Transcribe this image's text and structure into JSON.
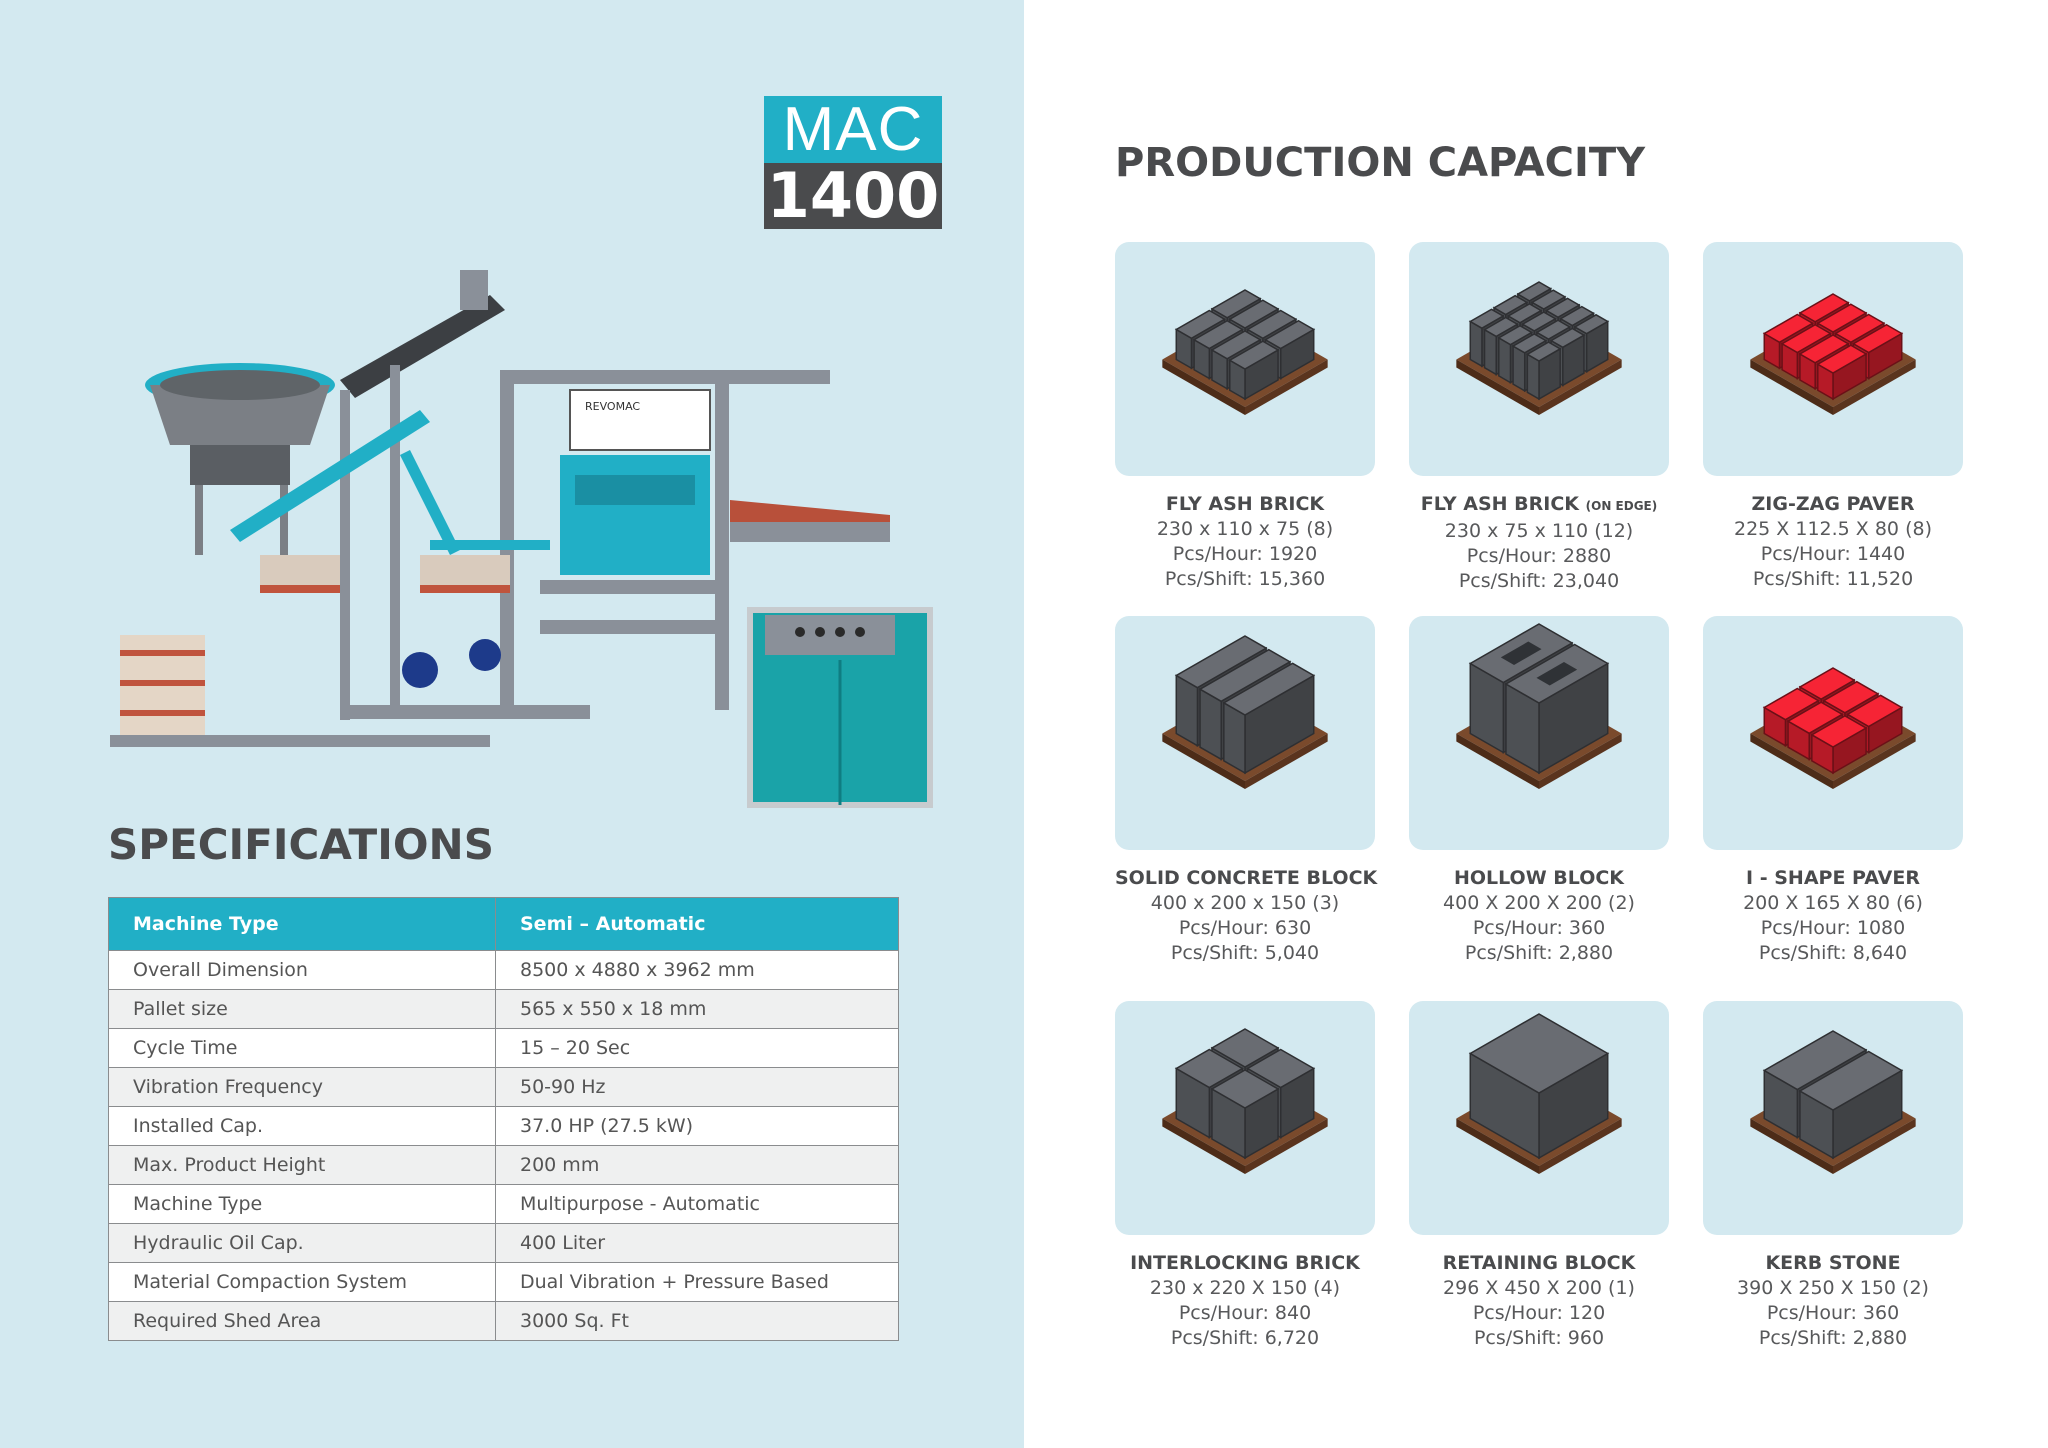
{
  "logo": {
    "line1": "MAC",
    "line2": "1400"
  },
  "specifications": {
    "title": "SPECIFICATIONS",
    "header": [
      "Machine Type",
      "Semi – Automatic"
    ],
    "rows": [
      [
        "Overall Dimension",
        "8500 x 4880 x 3962 mm"
      ],
      [
        "Pallet size",
        "565 x 550 x 18 mm"
      ],
      [
        "Cycle Time",
        "15 – 20 Sec"
      ],
      [
        "Vibration Frequency",
        "50-90 Hz"
      ],
      [
        "Installed Cap.",
        "37.0 HP (27.5 kW)"
      ],
      [
        "Max. Product Height",
        "200 mm"
      ],
      [
        "Machine Type",
        "Multipurpose - Automatic"
      ],
      [
        "Hydraulic Oil Cap.",
        "400 Liter"
      ],
      [
        "Material Compaction System",
        "Dual Vibration + Pressure Based"
      ],
      [
        "Required Shed Area",
        "3000 Sq. Ft"
      ]
    ]
  },
  "machine_labels": {
    "brand": "REVOMAC"
  },
  "production": {
    "title": "PRODUCTION CAPACITY",
    "products": [
      {
        "name": "FLY ASH BRICK",
        "note": "",
        "size": "230 x 110 x 75 (8)",
        "hour": "Pcs/Hour: 1920",
        "shift": "Pcs/Shift: 15,360",
        "color": "#5b5e63",
        "icon": "brick-grid-icon"
      },
      {
        "name": "FLY ASH BRICK",
        "note": "(ON EDGE)",
        "size": "230 x 75 x 110 (12)",
        "hour": "Pcs/Hour: 2880",
        "shift": "Pcs/Shift: 23,040",
        "color": "#5b5e63",
        "icon": "brick-edge-icon"
      },
      {
        "name": "ZIG-ZAG PAVER",
        "note": "",
        "size": "225 X 112.5 X 80 (8)",
        "hour": "Pcs/Hour: 1440",
        "shift": "Pcs/Shift: 11,520",
        "color": "#d61f2e",
        "icon": "zigzag-paver-icon"
      },
      {
        "name": "SOLID CONCRETE BLOCK",
        "note": "",
        "size": "400 x 200 x 150 (3)",
        "hour": "Pcs/Hour: 630",
        "shift": "Pcs/Shift: 5,040",
        "color": "#5b5e63",
        "icon": "solid-block-icon"
      },
      {
        "name": "HOLLOW BLOCK",
        "note": "",
        "size": "400 X 200 X 200 (2)",
        "hour": "Pcs/Hour: 360",
        "shift": "Pcs/Shift: 2,880",
        "color": "#5b5e63",
        "icon": "hollow-block-icon"
      },
      {
        "name": "I - SHAPE PAVER",
        "note": "",
        "size": "200 X 165 X 80 (6)",
        "hour": "Pcs/Hour: 1080",
        "shift": "Pcs/Shift: 8,640",
        "color": "#d61f2e",
        "icon": "i-shape-paver-icon"
      },
      {
        "name": "INTERLOCKING BRICK",
        "note": "",
        "size": "230 x 220 X 150 (4)",
        "hour": "Pcs/Hour: 840",
        "shift": "Pcs/Shift: 6,720",
        "color": "#5b5e63",
        "icon": "interlocking-brick-icon"
      },
      {
        "name": "RETAINING BLOCK",
        "note": "",
        "size": "296 X 450 X 200 (1)",
        "hour": "Pcs/Hour: 120",
        "shift": "Pcs/Shift: 960",
        "color": "#5b5e63",
        "icon": "retaining-block-icon"
      },
      {
        "name": "KERB STONE",
        "note": "",
        "size": "390 X 250 X 150 (2)",
        "hour": "Pcs/Hour: 360",
        "shift": "Pcs/Shift: 2,880",
        "color": "#5b5e63",
        "icon": "kerb-stone-icon"
      }
    ]
  }
}
